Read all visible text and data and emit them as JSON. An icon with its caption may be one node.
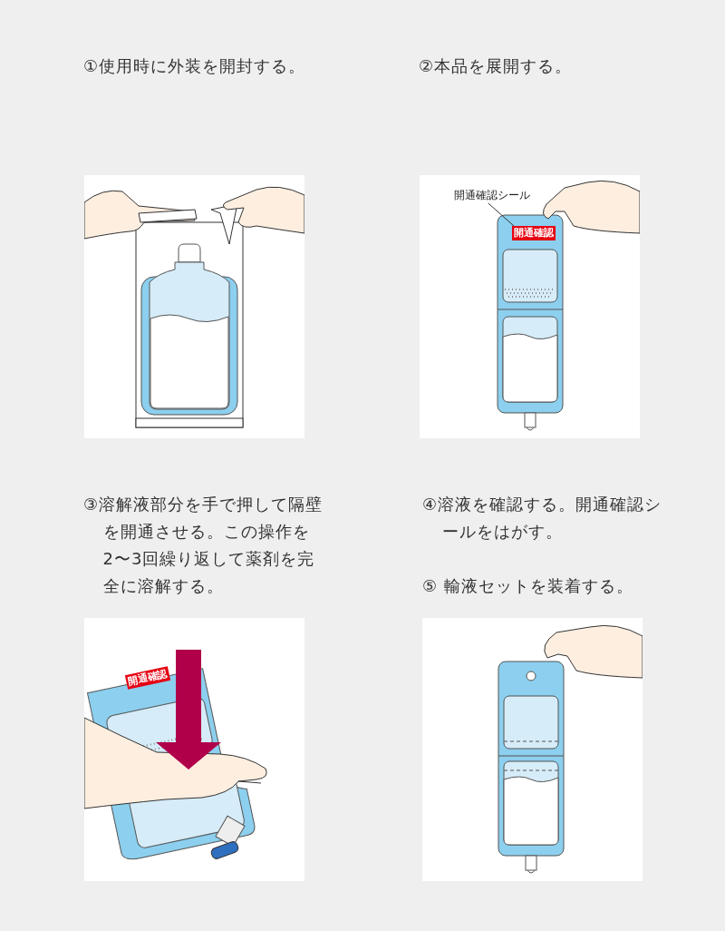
{
  "diagram": {
    "nodes": [
      {
        "text": [
          "開通確認シール"
        ]
      },
      {
        "text": [
          "開通確認"
        ]
      }
    ],
    "edges": [
      {
        "from": 0,
        "to": 1,
        "arrow": "none"
      }
    ],
    "labels": [
      "①使用時に外装を開封する。",
      "②本品を展開する。",
      "③溶解液部分を手で押して隔壁を開通させる。この操作を2〜3回繰り返して薬剤を完全に溶解する。",
      "開通確認",
      "④溶液を確認する。開通確認シールをはがす。",
      "⑤ 輸液セットを装着する。"
    ]
  }
}
